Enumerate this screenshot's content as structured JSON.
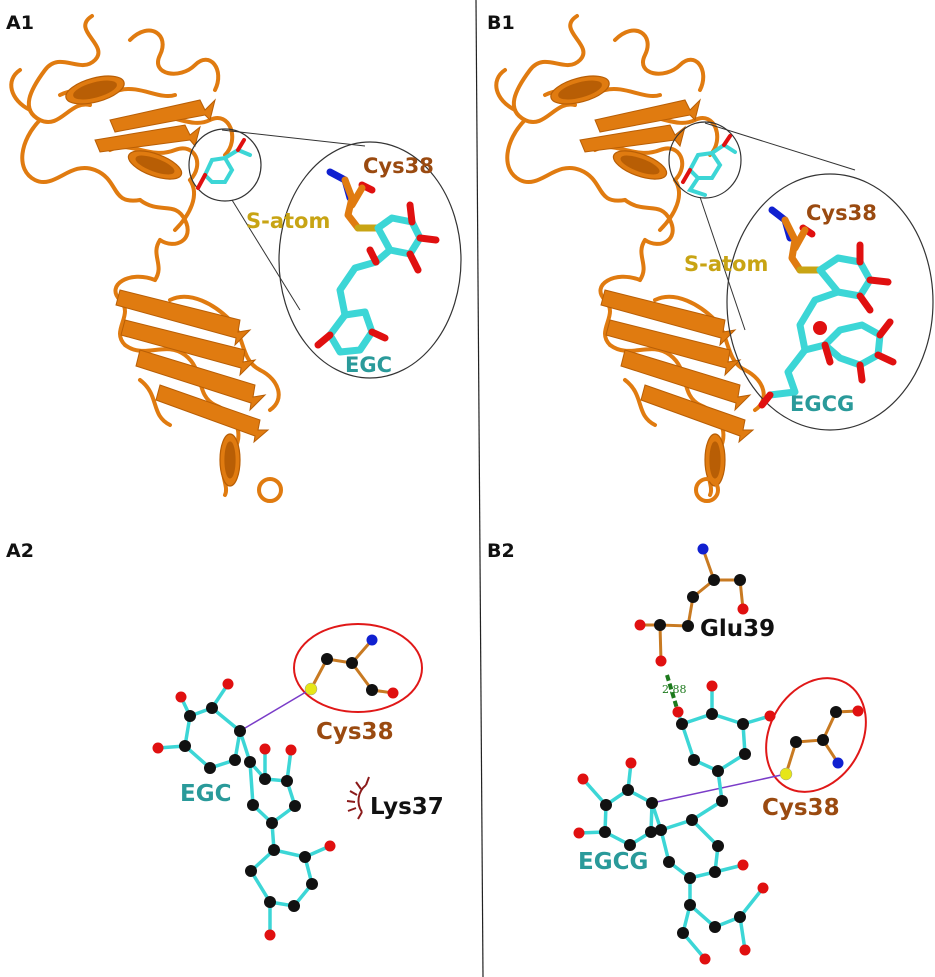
{
  "panels": {
    "a1": {
      "label": "A1"
    },
    "b1": {
      "label": "B1"
    },
    "a2": {
      "label": "A2"
    },
    "b2": {
      "label": "B2"
    }
  },
  "labels": {
    "a1": {
      "residue": "Cys38",
      "atom": "S-atom",
      "ligand": "EGC"
    },
    "b1": {
      "residue": "Cys38",
      "atom": "S-atom",
      "ligand": "EGCG"
    },
    "a2": {
      "residue": "Cys38",
      "ligand": "EGC",
      "contact": "Lys37"
    },
    "b2": {
      "residue": "Cys38",
      "ligand": "EGCG",
      "partner": "Glu39",
      "hbond_distance": "2.88"
    }
  },
  "colors": {
    "protein": "#e07b10",
    "protein_dark": "#b85e05",
    "ligand": "#3cd6d6",
    "oxygen": "#e01010",
    "nitrogen": "#1020d0",
    "sulfur": "#e6e618",
    "carbon": "#111111",
    "residue_text": "#9a4a10",
    "ligand_text": "#2a9a9a",
    "satom_text": "#c8a414",
    "residue_circle": "#e01818",
    "bond_residue": "#c87a22",
    "hbond": "#1d7a1d",
    "hydrophobic": "#8b1a1a",
    "covalent_line": "#7a3cc8"
  }
}
